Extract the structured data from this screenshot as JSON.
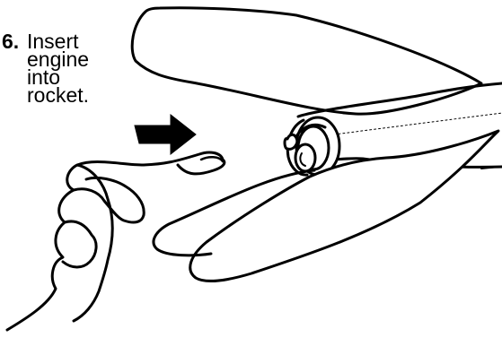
{
  "instruction": {
    "number": "6.",
    "lines": [
      "Insert",
      "engine",
      "into",
      "rocket."
    ]
  },
  "colors": {
    "ink": "#000000",
    "paper": "#ffffff"
  },
  "icons": {
    "direction": "push-arrow-icon"
  }
}
